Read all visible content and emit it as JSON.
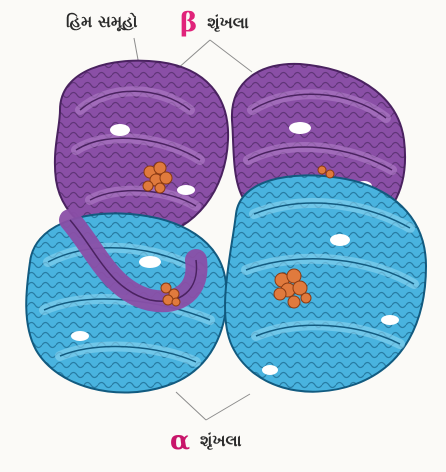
{
  "labels": {
    "heme_group": "હિમ સમૂહો",
    "beta_symbol": "β",
    "beta_chain": "શૃંખલા",
    "alpha_symbol": "α",
    "alpha_chain": "શૃંખલા"
  },
  "colors": {
    "beta_subunit": "#8a4fa6",
    "alpha_subunit": "#49b3df",
    "heme": "#e07a3d",
    "symbol": "#e0237a"
  },
  "structure": {
    "beta_subunits": 2,
    "alpha_subunits": 2,
    "heme_groups": 4
  }
}
